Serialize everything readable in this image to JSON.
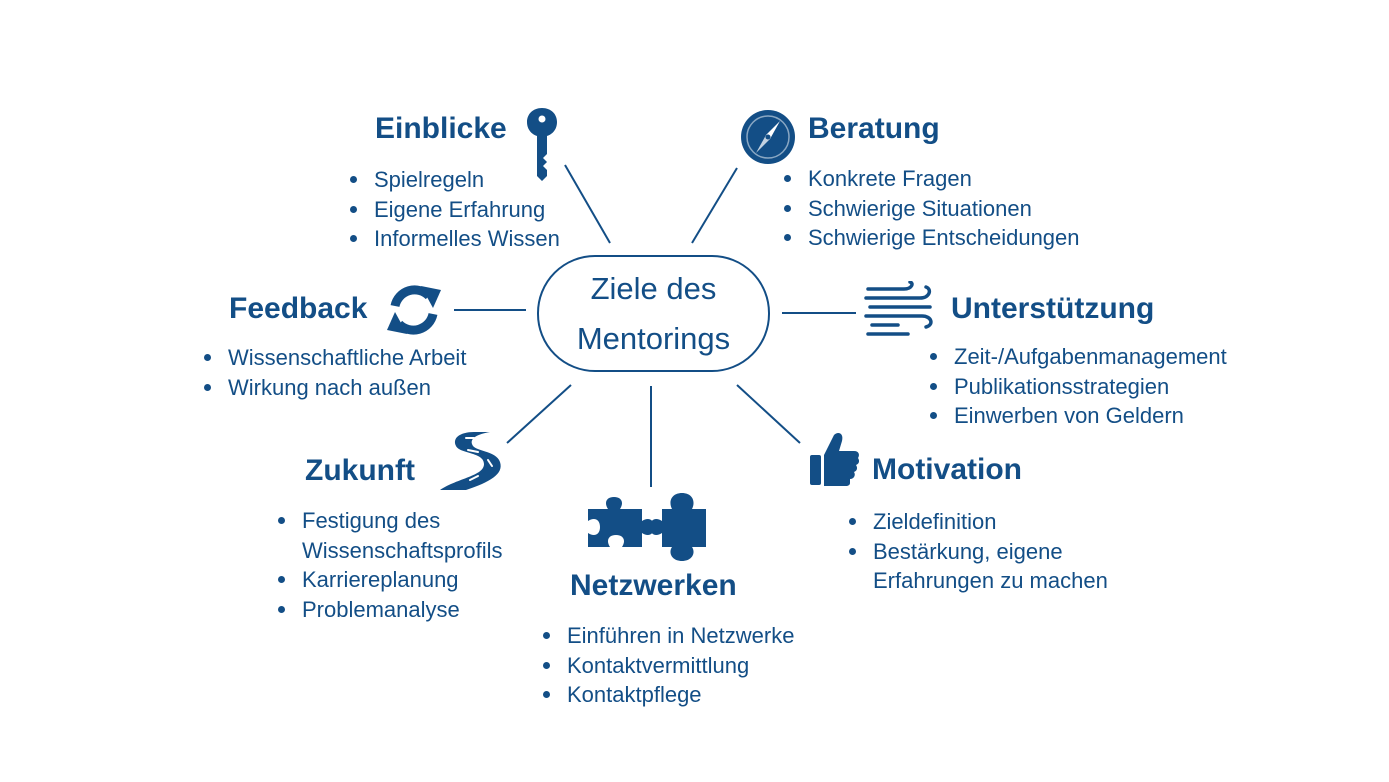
{
  "center": {
    "line1": "Ziele des",
    "line2": "Mentorings"
  },
  "colors": {
    "primary": "#134e86",
    "background": "#ffffff"
  },
  "nodes": {
    "einblicke": {
      "title": "Einblicke",
      "icon": "key-icon",
      "items": [
        "Spielregeln",
        "Eigene Erfahrung",
        "Informelles Wissen"
      ]
    },
    "beratung": {
      "title": "Beratung",
      "icon": "compass-icon",
      "items": [
        "Konkrete Fragen",
        "Schwierige Situationen",
        "Schwierige Entscheidungen"
      ]
    },
    "feedback": {
      "title": "Feedback",
      "icon": "refresh-icon",
      "items": [
        "Wissenschaftliche Arbeit",
        "Wirkung nach außen"
      ]
    },
    "unterstuetzung": {
      "title": "Unterstützung",
      "icon": "wind-icon",
      "items": [
        "Zeit-/Aufgabenmanagement",
        "Publikationsstrategien",
        "Einwerben von Geldern"
      ]
    },
    "zukunft": {
      "title": "Zukunft",
      "icon": "road-icon",
      "items": [
        "Festigung des",
        "Wissenschaftsprofils",
        "Karriereplanung",
        "Problemanalyse"
      ]
    },
    "netzwerken": {
      "title": "Netzwerken",
      "icon": "puzzle-icon",
      "items": [
        "Einführen in Netzwerke",
        "Kontaktvermittlung",
        "Kontaktpflege"
      ]
    },
    "motivation": {
      "title": "Motivation",
      "icon": "thumbs-up-icon",
      "items": [
        "Zieldefinition",
        "Bestärkung, eigene",
        "Erfahrungen zu machen"
      ]
    }
  }
}
